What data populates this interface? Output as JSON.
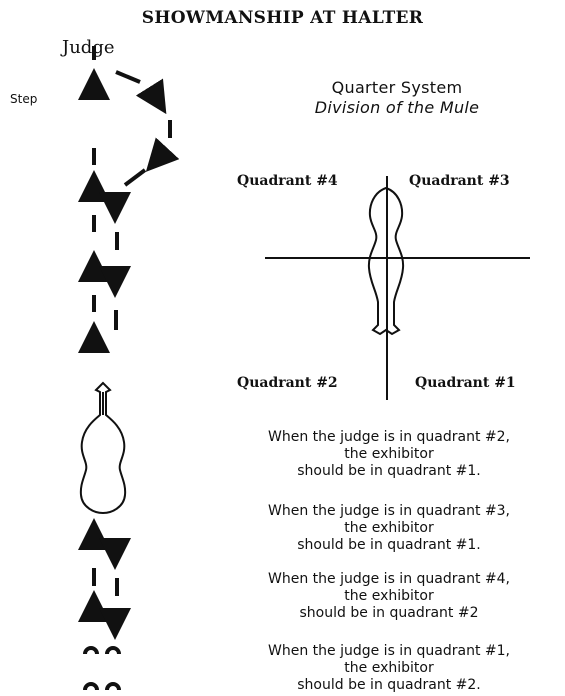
{
  "title": "SHOWMANSHIP AT HALTER",
  "labels": {
    "judge": "Judge",
    "step": "Step"
  },
  "quarter_system": {
    "title": "Quarter System",
    "subtitle": "Division of the Mule",
    "quadrants": {
      "q4": "Quadrant #4",
      "q3": "Quadrant #3",
      "q2": "Quadrant #2",
      "q1": "Quadrant #1"
    }
  },
  "rules": [
    {
      "line1": "When the judge is in quadrant #2,",
      "line2": "the exhibitor",
      "line3": "should be in quadrant #1."
    },
    {
      "line1": "When the judge is in quadrant #3,",
      "line2": "the exhibitor",
      "line3": "should be in quadrant #1."
    },
    {
      "line1": "When the judge is in quadrant #4,",
      "line2": "the exhibitor",
      "line3": "should be in quadrant #2"
    },
    {
      "line1": "When the judge is in quadrant #1,",
      "line2": "the exhibitor",
      "line3": "should be in quadrant #2."
    }
  ]
}
